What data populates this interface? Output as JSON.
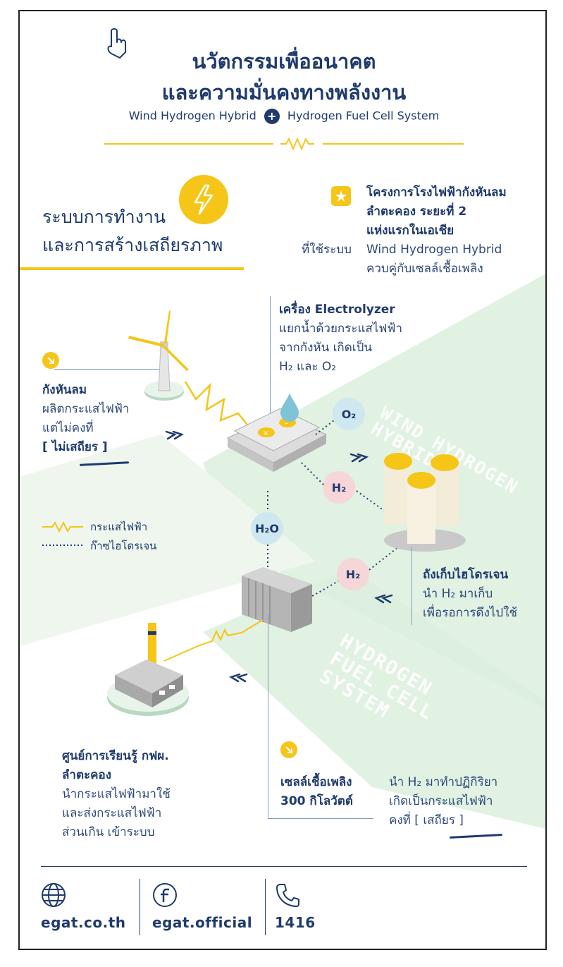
{
  "header": {
    "title_line1": "นวัตกรรมเพื่ออนาคต",
    "title_line2": "และความมั่นคงทางพลังงาน",
    "subtitle_left": "Wind Hydrogen Hybrid",
    "subtitle_plus": "+",
    "subtitle_right": "Hydrogen Fuel Cell System"
  },
  "section": {
    "heading_line1": "ระบบการทำงาน",
    "heading_line2": "และการสร้างเสถียรภาพ"
  },
  "project": {
    "line1": "โครงการโรงไฟฟ้ากังหันลม",
    "line2": "ลำตะคอง ระยะที่ 2",
    "line3": "แห่งแรกในเอเชีย",
    "prefix": "ที่ใช้ระบบ",
    "line4": "Wind Hydrogen Hybrid",
    "line5": "ควบคู่กับเซลล์เชื้อเพลิง"
  },
  "electrolyzer": {
    "title": "เครื่อง Electrolyzer",
    "line1": "แยกน้ำด้วยกระแสไฟฟ้า",
    "line2": "จากกังหัน เกิดเป็น",
    "line3": "H₂ และ O₂"
  },
  "wind": {
    "title": "กังหันลม",
    "line1": "ผลิตกระแสไฟฟ้า",
    "line2": "แต่ไม่คงที่",
    "line3": "[ ไม่เสถียร ]"
  },
  "labels": {
    "wind_hydrogen_1": "WIND HYDROGEN",
    "wind_hydrogen_2": "HYBRID",
    "fuel_cell_1": "HYDROGEN",
    "fuel_cell_2": "FUEL CELL",
    "fuel_cell_3": "SYSTEM",
    "o2": "O₂",
    "h2_top": "H₂",
    "h2o": "H₂O",
    "h2_bottom": "H₂"
  },
  "legend": {
    "electric": "กระแสไฟฟ้า",
    "hydrogen": "ก๊าซไฮโดรเจน"
  },
  "tank": {
    "title": "ถังเก็บไฮโดรเจน",
    "line1": "นำ H₂ มาเก็บ",
    "line2": "เพื่อรอการดึงไปใช้"
  },
  "center": {
    "title1": "ศูนย์การเรียนรู้ กฟผ.",
    "title2": "ลำตะคอง",
    "line1": "นำกระแสไฟฟ้ามาใช้",
    "line2": "และส่งกระแสไฟฟ้า",
    "line3": "ส่วนเกิน เข้าระบบ"
  },
  "fuelcell": {
    "title1": "เซลล์เชื้อเพลิง",
    "title2": "300 กิโลวัตต์",
    "line1": "นำ H₂ มาทำปฏิกิริยา",
    "line2": "เกิดเป็นกระแสไฟฟ้า",
    "line3": "คงที่ [ เสถียร ]"
  },
  "footer": {
    "website": "egat.co.th",
    "facebook": "egat.official",
    "phone": "1416"
  },
  "colors": {
    "navy": "#1f3a6d",
    "yellow": "#f5c518",
    "green_band": "#dceedd",
    "o2_bubble": "#cfe8ef",
    "h2_bubble": "#f6d6d8"
  }
}
